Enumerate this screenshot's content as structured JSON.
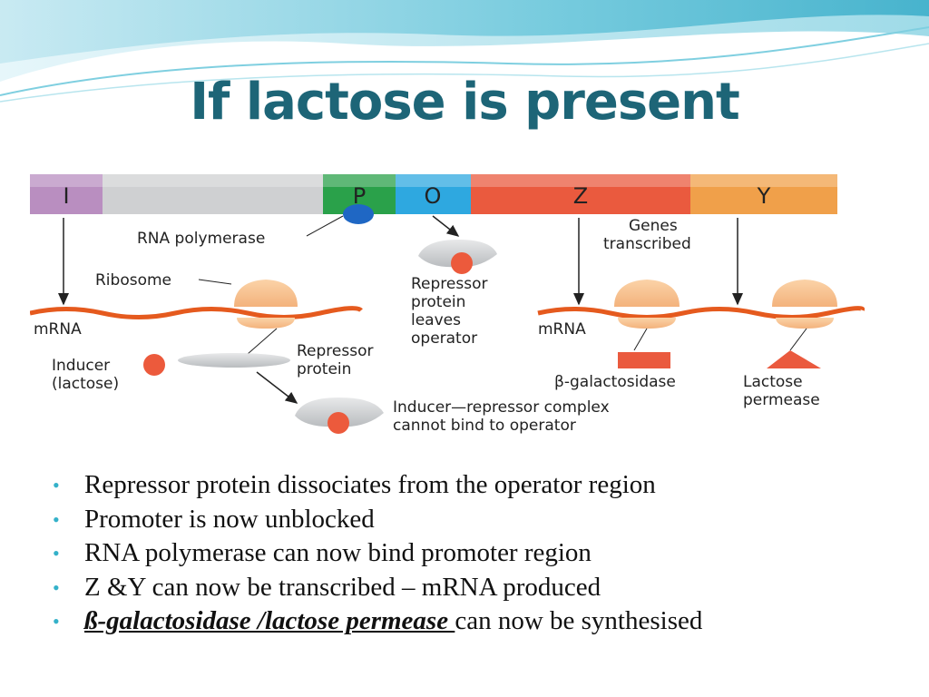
{
  "slide": {
    "title": "If lactose is present",
    "accent_color": "#1d6577",
    "bullet_color": "#34b1c9"
  },
  "diagram": {
    "gene_segments": [
      {
        "label": "I",
        "color": "#b98ec0"
      },
      {
        "label": "",
        "color": "#cfd0d2"
      },
      {
        "label": "P",
        "color": "#2aa14a"
      },
      {
        "label": "O",
        "color": "#2ea8e0"
      },
      {
        "label": "Z",
        "color": "#ea5a3e"
      },
      {
        "label": "Y",
        "color": "#f0a04a"
      }
    ],
    "labels": {
      "rna_polymerase": "RNA polymerase",
      "ribosome": "Ribosome",
      "mrna_left": "mRNA",
      "inducer_line1": "Inducer",
      "inducer_line2": "(lactose)",
      "repressor_line1": "Repressor",
      "repressor_line2": "protein",
      "complex_line1": "Inducer—repressor complex",
      "complex_line2": "cannot bind to operator",
      "leaves_line1": "Repressor",
      "leaves_line2": "protein",
      "leaves_line3": "leaves",
      "leaves_line4": "operator",
      "genes_line1": "Genes",
      "genes_line2": "transcribed",
      "mrna_right": "mRNA",
      "beta_gal": "β-galactosidase",
      "permease_line1": "Lactose",
      "permease_line2": "permease"
    }
  },
  "bullets": [
    {
      "text": "Repressor protein dissociates from the operator region"
    },
    {
      "text": "Promoter is now unblocked"
    },
    {
      "text": "RNA polymerase can now bind promoter region"
    },
    {
      "text": "Z &Y can now be transcribed – mRNA produced"
    },
    {
      "emph": "ß-galactosidase /lactose permease ",
      "text": "can now be synthesised"
    }
  ]
}
